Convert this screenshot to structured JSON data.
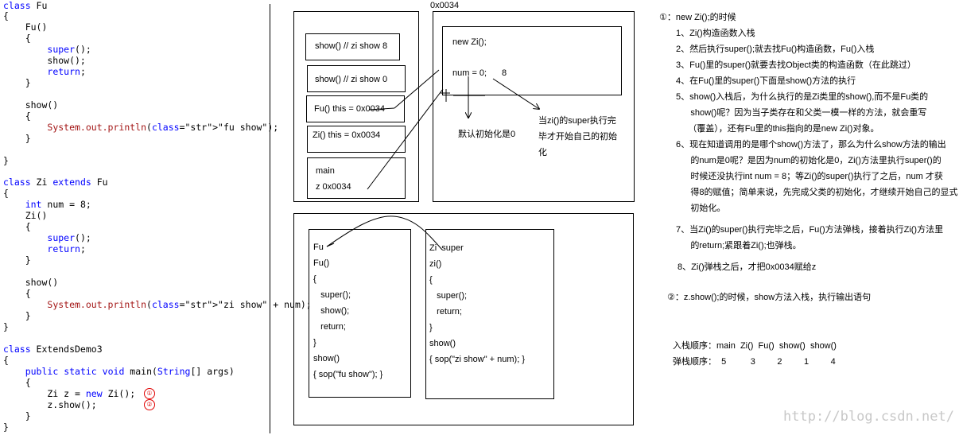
{
  "code": {
    "lines": [
      {
        "t": "class Fu"
      },
      {
        "t": "{"
      },
      {
        "t": "    Fu()"
      },
      {
        "t": "    {"
      },
      {
        "t": "        super();"
      },
      {
        "t": "        show();"
      },
      {
        "t": "        return;"
      },
      {
        "t": "    }"
      },
      {
        "t": ""
      },
      {
        "t": "    show()"
      },
      {
        "t": "    {"
      },
      {
        "t": "        System.out.println(\"fu show\");"
      },
      {
        "t": "    }"
      },
      {
        "t": ""
      },
      {
        "t": "}"
      },
      {
        "t": ""
      },
      {
        "t": "class Zi extends Fu"
      },
      {
        "t": "{"
      },
      {
        "t": "    int num = 8;"
      },
      {
        "t": "    Zi()"
      },
      {
        "t": "    {"
      },
      {
        "t": "        super();"
      },
      {
        "t": "        return;"
      },
      {
        "t": "    }"
      },
      {
        "t": ""
      },
      {
        "t": "    show()"
      },
      {
        "t": "    {"
      },
      {
        "t": "        System.out.println(\"zi show\" + num);"
      },
      {
        "t": "    }"
      },
      {
        "t": "}"
      },
      {
        "t": ""
      },
      {
        "t": "class ExtendsDemo3"
      },
      {
        "t": "{"
      },
      {
        "t": "    public static void main(String[] args)"
      },
      {
        "t": "    {"
      },
      {
        "t": "        Zi z = new Zi();"
      },
      {
        "t": "        z.show();"
      },
      {
        "t": "    }"
      },
      {
        "t": "}"
      }
    ],
    "marker1": "①",
    "marker2": "②"
  },
  "stack": {
    "frames": [
      "show()  // zi show 8",
      "show()   // zi show 0",
      "Fu()  this = 0x0034",
      "Zi() this = 0x0034"
    ],
    "main_label": "main",
    "main_var": "z   0x0034"
  },
  "heap": {
    "address": "0x0034",
    "new_label": "new Zi();",
    "num_label": "num = 0;",
    "num_value": "8",
    "note_default": "默认初始化是0",
    "note_super": [
      "当zi()的super执行完",
      "毕才开始自己的初始",
      "化"
    ]
  },
  "method_area": {
    "fu_lines": [
      "Fu",
      "Fu()",
      "{",
      "   super();",
      "   show();",
      "   return;",
      "}",
      "show()",
      "{ sop(\"fu show\"); }"
    ],
    "zi_lines": [
      "Zi  super",
      "zi()",
      "{",
      "   super();",
      "   return;",
      "}",
      "show()",
      "{ sop(\"zi show\" + num); }"
    ]
  },
  "notes": {
    "n1_title": "①：new Zi();的时候",
    "n1_items": [
      "1、Zi()构造函数入栈",
      "2、然后执行super();就去找Fu()构造函数，Fu()入栈",
      "3、Fu()里的super()就要去找Object类的构造函数（在此跳过）",
      "4、在Fu()里的super()下面是show()方法的执行",
      "5、show()入栈后，为什么执行的是Zi类里的show(),而不是Fu类的",
      "      show()呢？因为当子类存在和父类一模一样的方法，就会重写",
      "     （覆盖），还有Fu里的this指向的是new Zi()对象。",
      "6、现在知道调用的是哪个show()方法了，那么为什么show方法的输出",
      "      的num是0呢？是因为num的初始化是0，Zi()方法里执行super()的",
      "      时候还没执行int num = 8；等Zi()的super()执行了之后，num 才获",
      "      得8的赋值；简单来说，先完成父类的初始化，才继续开始自己的显式",
      "      初始化。"
    ],
    "n7_a": "7、当Zi()的super()执行完毕之后，Fu()方法弹栈，接着执行Zi()方法里",
    "n7_b": "      的return;紧跟着Zi();也弹栈。",
    "n8": "8、Zi()弹栈之后，才把0x0034赋给z",
    "n2_title": "②：z.show();的时候，show方法入栈，执行输出语句",
    "push_order": "入栈顺序：main  Zi()  Fu()  show()  show()",
    "pop_order": "弹栈顺序：  5          3         2         1         4"
  },
  "watermark": "http://blog.csdn.net/"
}
